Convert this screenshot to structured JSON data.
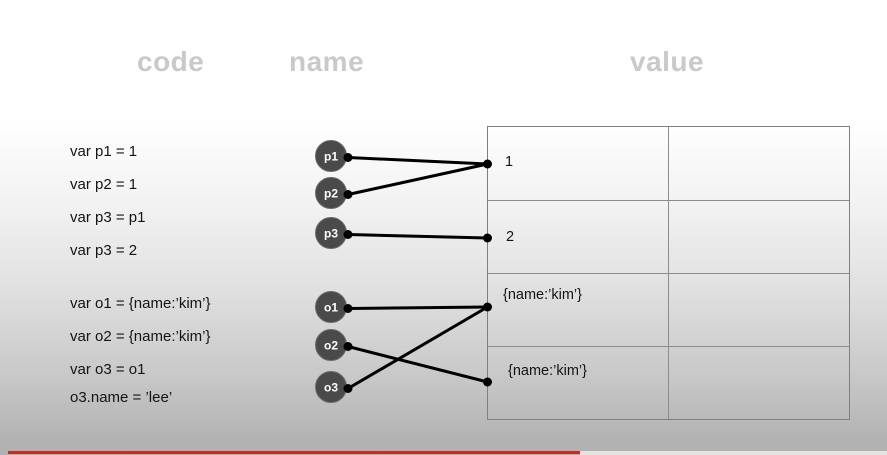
{
  "headers": {
    "code": "code",
    "name": "name",
    "value": "value"
  },
  "code_lines": {
    "group1": [
      "var p1 = 1",
      "var p2 = 1",
      "var p3 = p1",
      "var p3 = 2"
    ],
    "group2": [
      "var o1 = {name:’kim’}",
      "var o2 = {name:’kim’}",
      "var o3 = o1",
      "o3.name = ’lee’"
    ]
  },
  "diagram": {
    "name_nodes": [
      "p1",
      "p2",
      "p3",
      "o1",
      "o2",
      "o3"
    ],
    "value_rows": [
      {
        "value": "1",
        "second_column": ""
      },
      {
        "value": "2",
        "second_column": ""
      },
      {
        "value": "{name:’kim’}",
        "second_column": ""
      },
      {
        "value": "{name:’kim’}",
        "second_column": ""
      }
    ],
    "connections": [
      {
        "from": "p1",
        "to_row": 0
      },
      {
        "from": "p2",
        "to_row": 0
      },
      {
        "from": "p3",
        "to_row": 1
      },
      {
        "from": "o1",
        "to_row": 2
      },
      {
        "from": "o2",
        "to_row": 3
      },
      {
        "from": "o3",
        "to_row": 2
      }
    ]
  },
  "colors": {
    "header_text": "#c9c9c9",
    "node_fill": "#4a4a4a",
    "node_edge": "#6a6a6a",
    "connector": "#000000",
    "table_border": "#8c8c8c",
    "progress_played": "#cd2a1e",
    "progress_track": "#e6e4e1"
  },
  "player": {
    "progress_percent": 65
  }
}
